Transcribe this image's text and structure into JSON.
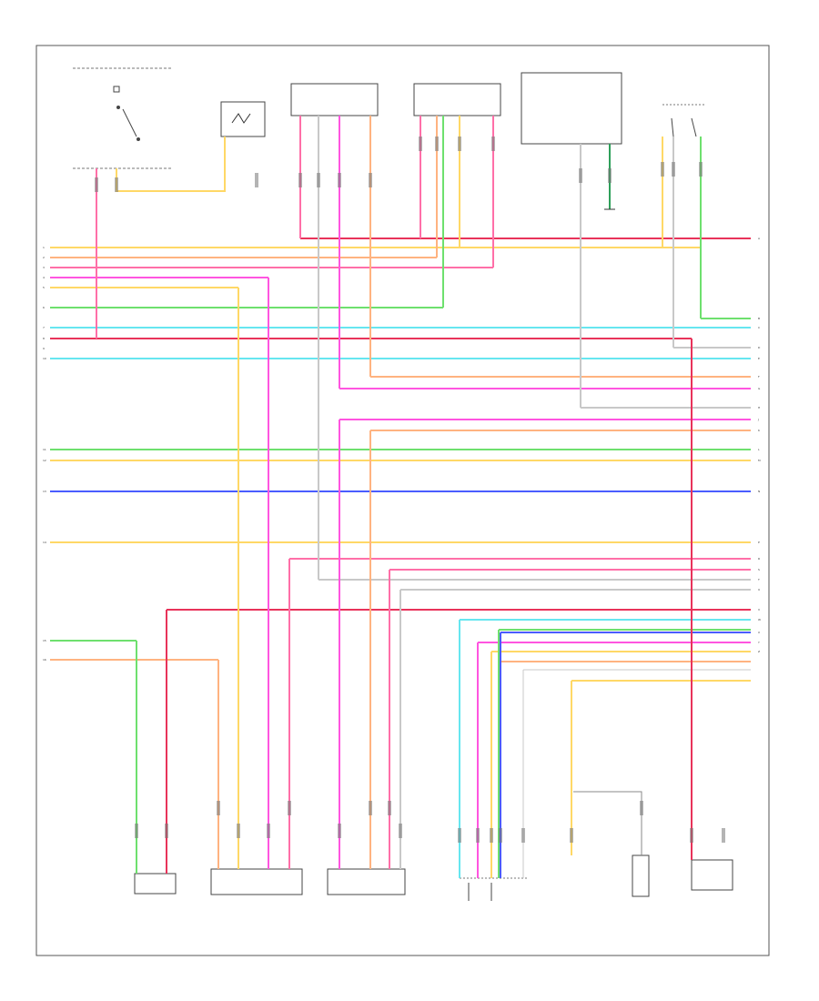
{
  "diagram": {
    "footer_code": "",
    "left_pins": [
      "1",
      "2",
      "3",
      "4",
      "5",
      "6",
      "7",
      "8",
      "9",
      "10",
      "11",
      "12",
      "13",
      "14",
      "15",
      "16",
      "17"
    ],
    "right_pins": [
      "A",
      "B",
      "C",
      "D",
      "E",
      "F",
      "G",
      "H",
      "J",
      "K",
      "L",
      "M",
      "N",
      "P",
      "R",
      "S",
      "T",
      "U",
      "V",
      "W",
      "X",
      "Y",
      "Z"
    ]
  },
  "colors": {
    "pink": "#ff6fa8",
    "yellow": "#ffd866",
    "orange": "#ffb380",
    "red": "#e8335a",
    "green": "#6ee06e",
    "cyan": "#66e6f0",
    "magenta": "#ff55e0",
    "blue": "#4a5cff",
    "gray": "#c8c8c8",
    "dkgreen": "#2ea05a",
    "olive": "#e0e060"
  }
}
